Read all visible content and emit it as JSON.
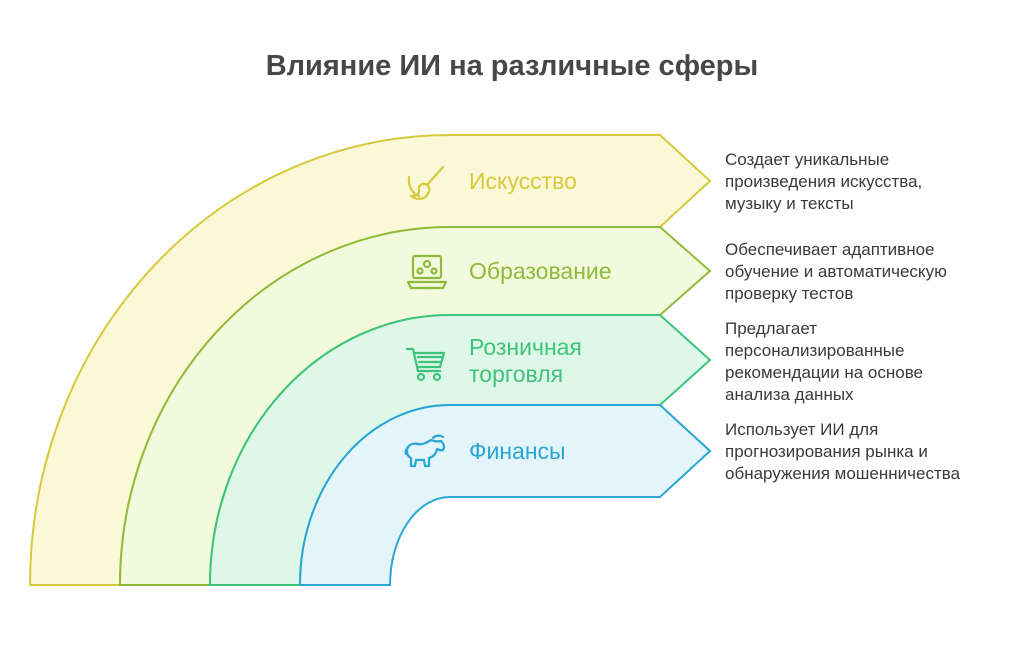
{
  "title": "Влияние ИИ на различные сферы",
  "segments": [
    {
      "label": "Искусство",
      "icon": "paintbrush-icon",
      "color": "#d6c93c",
      "fill": "#fbf8d8",
      "description": "Создает уникальные\nпроизведения искусства,\nмузыку и тексты"
    },
    {
      "label": "Образование",
      "icon": "online-learning-icon",
      "color": "#8fbb3a",
      "fill": "#f2f9dd",
      "description": "Обеспечивает адаптивное\nобучение и автоматическую\nпроверку тестов"
    },
    {
      "label": "Розничная\nторговля",
      "icon": "shopping-cart-icon",
      "color": "#3ec47a",
      "fill": "#def7e8",
      "description": "Предлагает\nперсонализированные\nрекомендации на основе\nанализа данных"
    },
    {
      "label": "Финансы",
      "icon": "bull-icon",
      "color": "#29a6d6",
      "fill": "#e4f4fb",
      "description": "Использует ИИ для\nпрогнозирования рынка и\nобнаружения мошенничества"
    }
  ]
}
